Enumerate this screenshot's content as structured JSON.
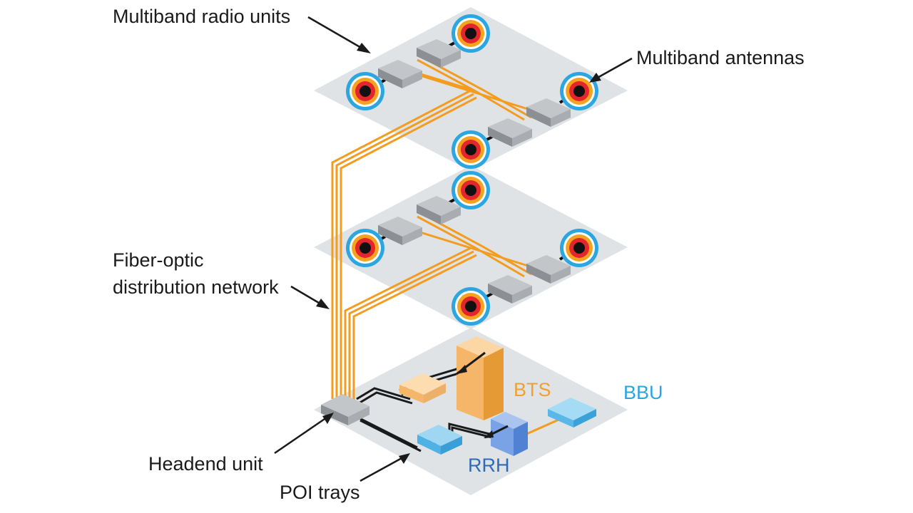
{
  "labels": {
    "multiband_radio_units": "Multiband radio units",
    "multiband_antennas": "Multiband antennas",
    "fiber_optic_line1": "Fiber-optic",
    "fiber_optic_line2": "distribution network",
    "headend_unit": "Headend unit",
    "poi_trays": "POI trays",
    "bts": "BTS",
    "bbu": "BBU",
    "rrh": "RRH"
  },
  "colors": {
    "floor": "#dfe3e6",
    "fiber": "#f39c1f",
    "cable": "#1a1a1a",
    "unit_gray": "#a9adb1",
    "bts": "#f0a030",
    "bbu": "#5ab8e8",
    "rrh": "#6a9be0",
    "antenna_core": "#111111",
    "antenna_red": "#e3262d",
    "antenna_orange": "#f6a21e",
    "antenna_blue": "#2ba6e1"
  },
  "icons": {
    "antenna": "antenna-icon",
    "radio_unit": "radio-unit-icon",
    "headend": "headend-unit-icon"
  }
}
